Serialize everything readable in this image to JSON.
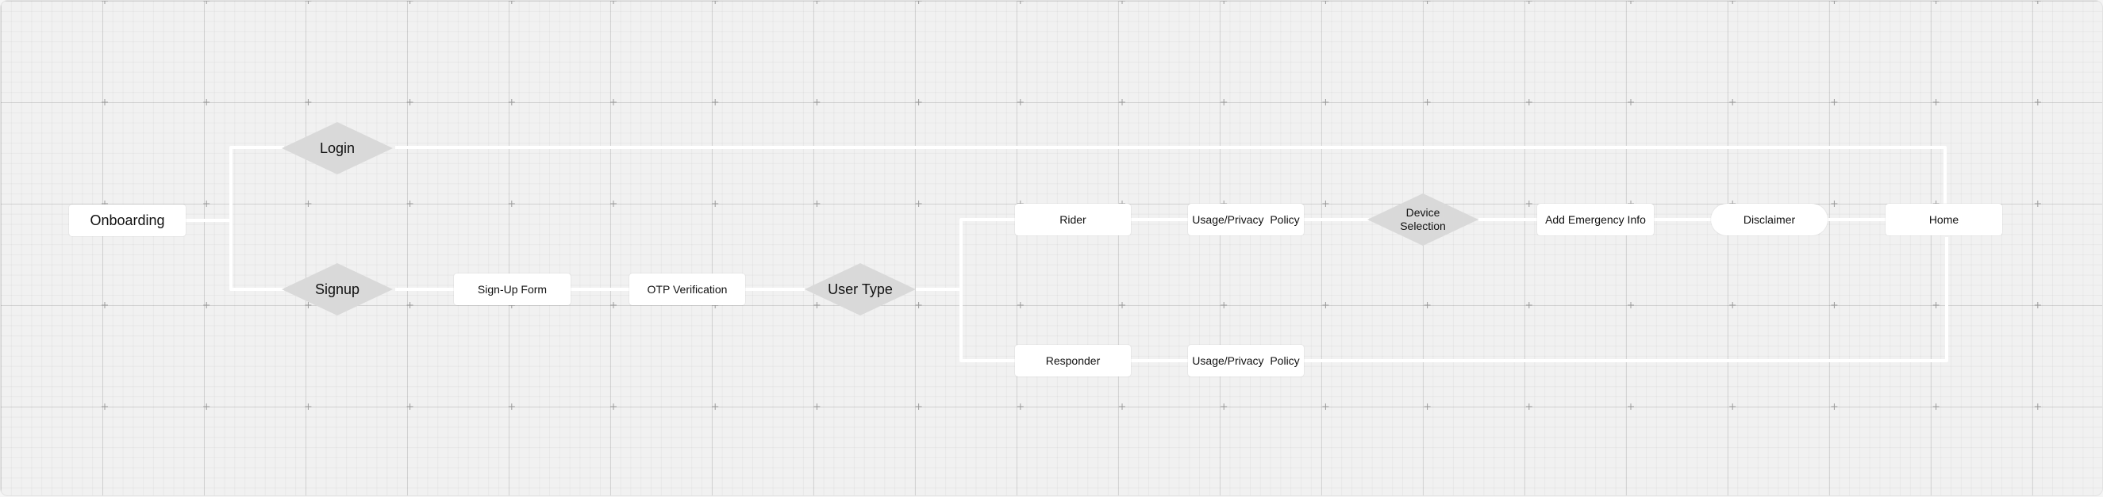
{
  "flowchart": {
    "nodes": {
      "onboarding": "Onboarding",
      "login": "Login",
      "signup": "Signup",
      "signup_form": "Sign-Up Form",
      "otp_verification": "OTP Verification",
      "user_type": "User Type",
      "rider": "Rider",
      "responder": "Responder",
      "usage_policy_rider": "Usage/Privacy  Policy",
      "usage_policy_responder": "Usage/Privacy  Policy",
      "device_selection": "Device\nSelection",
      "add_emergency_info": "Add Emergency Info",
      "disclaimer": "Disclaimer",
      "home": "Home"
    },
    "colors": {
      "canvas": "#f1f1f1",
      "box_fill": "#ffffff",
      "decision_fill": "#d9d9d9",
      "connector": "#ffffff"
    }
  }
}
